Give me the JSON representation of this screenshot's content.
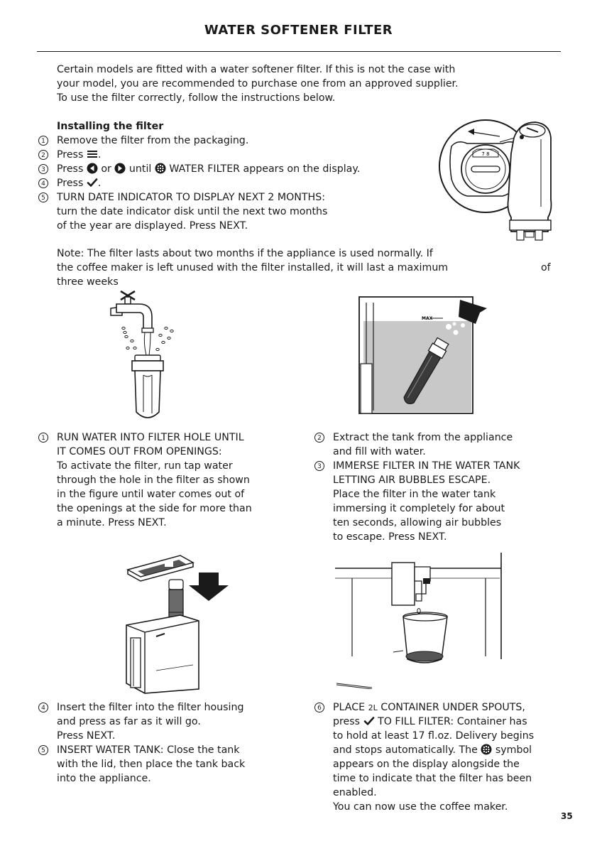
{
  "page": {
    "title": "WATER SOFTENER FILTER",
    "page_number": "35"
  },
  "intro": {
    "line1": "Certain models are fitted with a water softener filter. If this is not the case with",
    "line2": "your model, you are recommended to purchase one from an approved supplier.",
    "line3": "To use the filter correctly, follow the instructions below."
  },
  "installing": {
    "heading": "Installing the filter",
    "steps": [
      {
        "num": "1",
        "text": "Remove the filter from the packaging."
      },
      {
        "num": "2",
        "pre": "Press",
        "post": "."
      },
      {
        "num": "3",
        "pre": "Press",
        "mid1": "or",
        "mid2": "until",
        "post": "WATER FILTER appears on the display."
      },
      {
        "num": "4",
        "pre": "Press",
        "post": "."
      },
      {
        "num": "5",
        "line1": "TURN DATE INDICATOR TO DISPLAY NEXT 2 MONTHS:",
        "line2": "turn the date indicator disk until the next two months",
        "line3": "of the year are displayed. Press NEXT."
      }
    ]
  },
  "note": {
    "line1": "Note: The filter lasts about two months if the appliance is used normally. If",
    "line2": "the coffee maker is left unused with the filter installed, it will last a maximum",
    "line2_tail": "of",
    "line3": "three weeks"
  },
  "figures": {
    "dial_digits": "7 8",
    "tank_max_label": "MAX"
  },
  "instructions": {
    "s1": {
      "num": "1",
      "lines": [
        "RUN WATER INTO FILTER HOLE UNTIL",
        "IT COMES OUT FROM OPENINGS:",
        "To activate the filter, run tap water",
        "through the hole in the filter as shown",
        "in the figure until water comes out of",
        "the openings at the side for more than",
        "a minute. Press NEXT."
      ]
    },
    "s2": {
      "num": "2",
      "lines": [
        "Extract the tank from the appliance",
        "and fill with water."
      ]
    },
    "s3": {
      "num": "3",
      "lines": [
        "IMMERSE FILTER IN THE WATER TANK",
        "LETTING AIR BUBBLES ESCAPE.",
        "Place the filter in the water tank",
        "immersing it completely for about",
        "ten seconds, allowing air bubbles",
        "to escape. Press NEXT."
      ]
    },
    "s4": {
      "num": "4",
      "lines": [
        "Insert the filter into the filter housing",
        "and press as far as it will go.",
        "Press NEXT."
      ]
    },
    "s5": {
      "num": "5",
      "lines": [
        "INSERT WATER TANK: Close the tank",
        "with the lid, then place the tank back",
        "into the appliance."
      ]
    },
    "s6": {
      "num": "6",
      "line1_pre": "PLACE",
      "line1_small": "2L",
      "line1_post": "CONTAINER UNDER SPOUTS,",
      "line2_pre": "press",
      "line2_post": "TO FILL FILTER: Container has",
      "line3": "to hold at least 17 fl.oz. Delivery begins",
      "line4_pre": "and stops automatically. The",
      "line4_post": "symbol",
      "line5": "appears on the display alongside the",
      "line6": "time to indicate that the filter has been",
      "line7": "enabled.",
      "line8": "You can now use the coffee maker."
    }
  },
  "icons": {
    "menu": "menu-icon",
    "left": "left-arrow-icon",
    "right": "right-arrow-icon",
    "filter": "filter-icon",
    "check": "check-icon"
  }
}
